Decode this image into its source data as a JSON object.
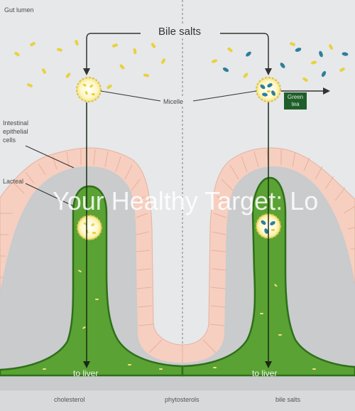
{
  "labels": {
    "gut_lumen": "Gut lumen",
    "bile_salts": "Bile salts",
    "micelle": "Micelle",
    "green_tea": "Green tea",
    "intestinal_cells_line1": "Intestinal",
    "intestinal_cells_line2": "epithelial",
    "intestinal_cells_line3": "cells",
    "lacteal": "Lacteal",
    "to_liver_left": "to liver",
    "to_liver_right": "to liver",
    "watermark": "Your Healthy Target: Lo"
  },
  "legend": [
    {
      "label": "cholesterol",
      "icon": "cholesterol-icon"
    },
    {
      "label": "phytosterols",
      "icon": "phytosterol-icon"
    },
    {
      "label": "bile salts",
      "icon": "bile-salt-icon"
    }
  ],
  "colors": {
    "lumen_bg": "#e6e8ea",
    "epithelium": "#f6cfc0",
    "submucosa": "#c9cbcd",
    "lacteal": "#5aa233",
    "lacteal_dark": "#2f6f1a",
    "cholesterol": "#e8d23a",
    "phytosterol": "#2e7f9a",
    "green_tea": "#1f5e2a"
  }
}
